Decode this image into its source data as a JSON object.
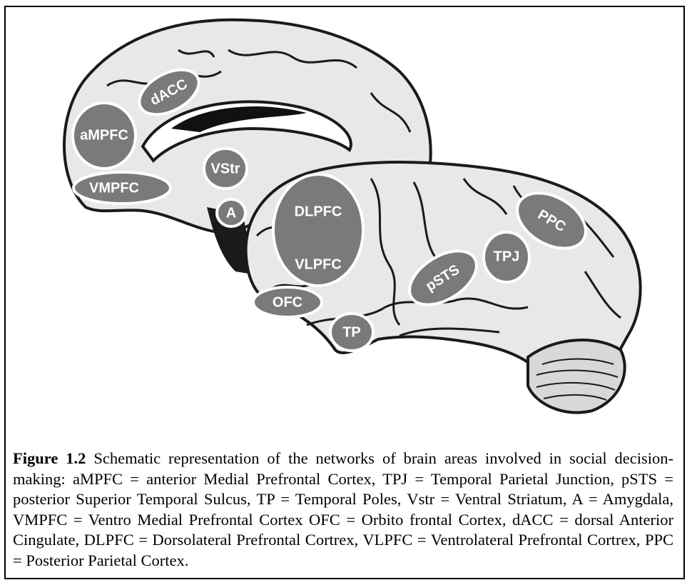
{
  "regions": [
    {
      "id": "dACC",
      "label": "dACC"
    },
    {
      "id": "aMPFC",
      "label": "aMPFC"
    },
    {
      "id": "VStr",
      "label": "VStr"
    },
    {
      "id": "VMPFC",
      "label": "VMPFC"
    },
    {
      "id": "A",
      "label": "A"
    },
    {
      "id": "DLPFC",
      "label": "DLPFC"
    },
    {
      "id": "VLPFC",
      "label": "VLPFC"
    },
    {
      "id": "PPC",
      "label": "PPC"
    },
    {
      "id": "TPJ",
      "label": "TPJ"
    },
    {
      "id": "pSTS",
      "label": "pSTS"
    },
    {
      "id": "OFC",
      "label": "OFC"
    },
    {
      "id": "TP",
      "label": "TP"
    }
  ],
  "caption": {
    "figure_label": "Figure 1.2",
    "text": " Schematic representation of the networks of brain areas involved in social decision-making: aMPFC = anterior Medial Prefrontal Cortex, TPJ = Temporal Parietal Junction, pSTS = posterior Superior Temporal Sulcus, TP = Temporal Poles, Vstr = Ventral Striatum, A = Amygdala, VMPFC = Ventro Medial Prefrontal Cortex OFC = Orbito frontal Cortex, dACC = dorsal Anterior Cingulate, DLPFC = Dorsolateral Prefrontal Cortrex, VLPFC = Ventrolateral Prefrontal Cortrex, PPC = Posterior Parietal Cortex."
  },
  "colors": {
    "brain_fill": "#e8e8e8",
    "sulci": "#1a1a1a",
    "region_fill": "#7a7a7a",
    "region_outline": "#ffffff"
  }
}
